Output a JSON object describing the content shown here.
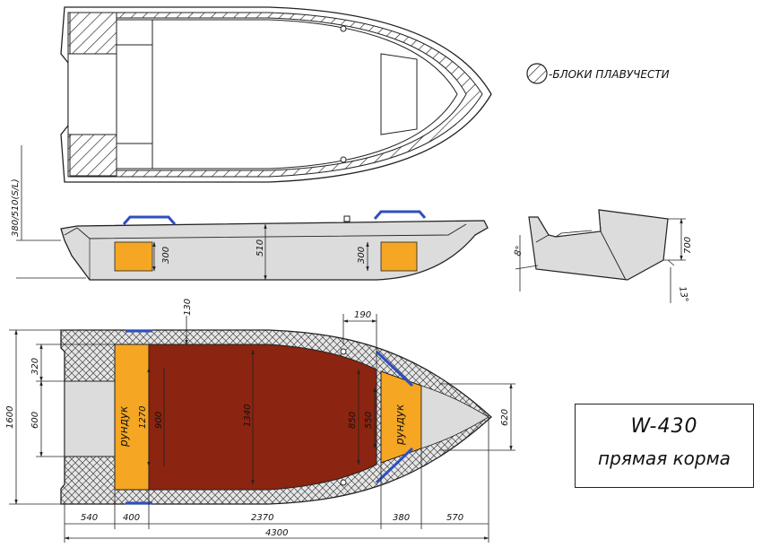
{
  "title": {
    "model": "W-430",
    "subtitle": "прямая корма"
  },
  "legend": {
    "flotation_label": "-БЛОКИ ПЛАВУЧЕСТИ"
  },
  "side_view": {
    "height_label": "380/510(S/L)",
    "dim_left_block": "300",
    "dim_middle": "510",
    "dim_right_block": "300"
  },
  "stern_view": {
    "angle_top": "8°",
    "angle_bottom": "13°",
    "height": "700"
  },
  "plan_view": {
    "seat_box_label_1": "рундук",
    "seat_box_label_2": "рундук",
    "dim_top_130": "130",
    "dim_top_190": "190",
    "dim_1600": "1600",
    "dim_320": "320",
    "dim_600": "600",
    "dim_1270": "1270",
    "dim_900": "900",
    "dim_1340": "1340",
    "dim_850": "850",
    "dim_550": "550",
    "dim_620": "620",
    "dim_540": "540",
    "dim_400": "400",
    "dim_2370": "2370",
    "dim_380": "380",
    "dim_570": "570",
    "dim_4300": "4300"
  },
  "colors": {
    "hull": "#dcdcdc",
    "seat_box": "#f5a623",
    "floor": "#8b2410",
    "rail": "#2f4fbf",
    "outline": "#222222"
  }
}
